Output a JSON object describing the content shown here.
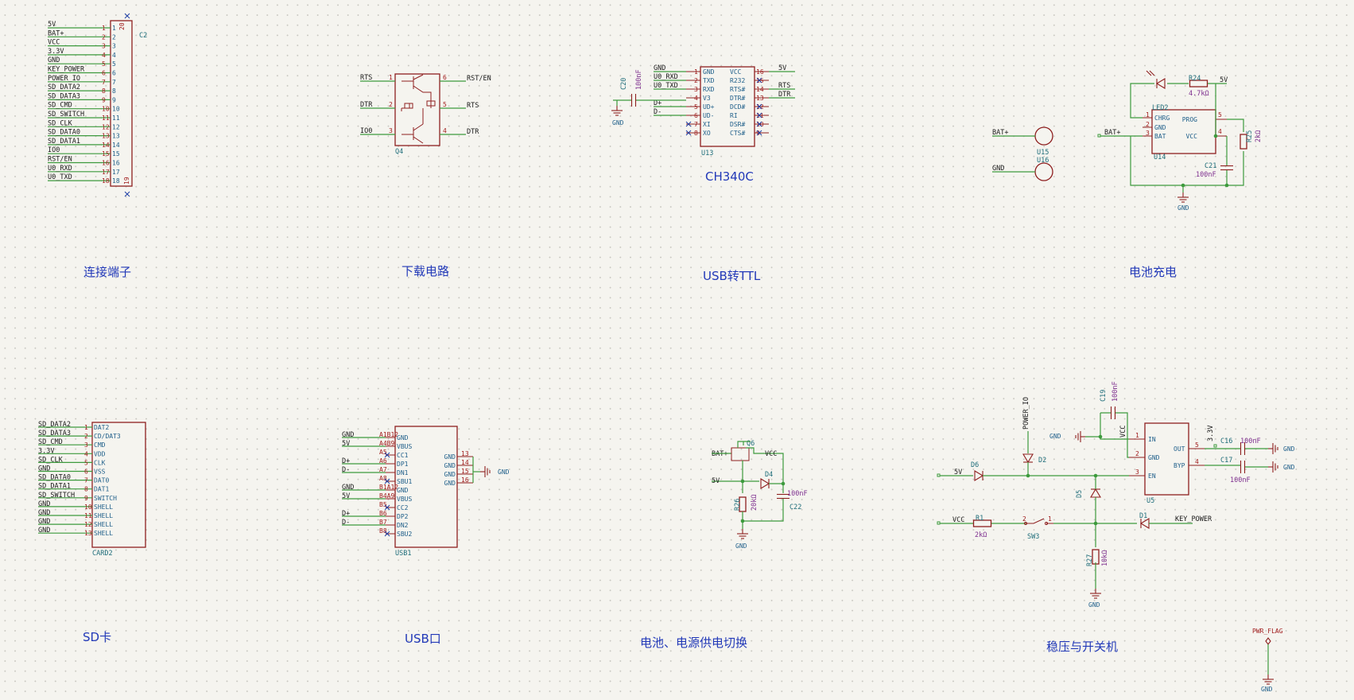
{
  "sections": {
    "connector": "连接端子",
    "download": "下载电路",
    "usb_ttl": "USB转TTL",
    "battery_charge": "电池充电",
    "sd": "SD卡",
    "usb_port": "USB口",
    "power_switch": "电池、电源供电切换",
    "regulator": "稳压与开关机"
  },
  "c2": {
    "ref": "C2",
    "nets": [
      "5V",
      "BAT+",
      "VCC",
      "3.3V",
      "GND",
      "KEY_POWER",
      "POWER_IO",
      "SD_DATA2",
      "SD_DATA3",
      "SD_CMD",
      "SD_SWITCH",
      "SD_CLK",
      "SD_DATA0",
      "SD_DATA1",
      "IO0",
      "RST/EN",
      "U0_RXD",
      "U0_TXD"
    ],
    "pins": [
      "1",
      "2",
      "3",
      "4",
      "5",
      "6",
      "7",
      "8",
      "9",
      "10",
      "11",
      "12",
      "13",
      "14",
      "15",
      "16",
      "17",
      "18"
    ],
    "top_pin": "20",
    "bottom_pin": "19"
  },
  "q4": {
    "ref": "Q4",
    "left": [
      "RTS",
      "DTR",
      "IO0"
    ],
    "left_pins": [
      "1",
      "2",
      "3"
    ],
    "right": [
      "RST/EN",
      "RTS",
      "DTR"
    ],
    "right_pins": [
      "6",
      "5",
      "4"
    ]
  },
  "u13": {
    "ref": "U13",
    "value": "CH340C",
    "left_pin_names": [
      "GND",
      "TXD",
      "RXD",
      "V3",
      "UD+",
      "UD-",
      "XI",
      "XO"
    ],
    "left_nets": [
      "GND",
      "U0_RXD",
      "U0_TXD",
      "",
      "D+",
      "D-",
      "",
      ""
    ],
    "right_pin_names": [
      "VCC",
      "R232",
      "RTS#",
      "DTR#",
      "DCD#",
      "RI",
      "DSR#",
      "CTS#"
    ],
    "right_nets": [
      "5V",
      "",
      "RTS",
      "DTR",
      "",
      "",
      "",
      ""
    ],
    "left_pins": [
      "1",
      "2",
      "3",
      "4",
      "5",
      "6",
      "7",
      "8"
    ],
    "right_pins": [
      "16",
      "15",
      "14",
      "13",
      "12",
      "11",
      "10",
      "9"
    ],
    "cap_ref": "C20",
    "cap_val": "100nF",
    "gnd": "GND"
  },
  "pads": {
    "u15": "U15",
    "u16": "U16",
    "bat": "BAT+",
    "gnd": "GND"
  },
  "u14": {
    "ref": "U14",
    "led": "LED2",
    "r_ref": "R24",
    "r_val": "4.7kΩ",
    "vnet": "5V",
    "left": [
      "CHRG",
      "GND",
      "BAT"
    ],
    "left_pins": [
      "1",
      "2",
      "3"
    ],
    "right": [
      "PROG",
      "VCC"
    ],
    "right_pins": [
      "5",
      "4"
    ],
    "bat": "BAT+",
    "c_ref": "C21",
    "c_val": "100nF",
    "r2_ref": "R25",
    "r2_val": "2kΩ",
    "gnd": "GND"
  },
  "card": {
    "ref": "CARD2",
    "nets": [
      "SD_DATA2",
      "SD_DATA3",
      "SD_CMD",
      "3.3V",
      "SD_CLK",
      "GND",
      "SD_DATA0",
      "SD_DATA1",
      "SD_SWITCH",
      "GND",
      "GND",
      "GND",
      "GND"
    ],
    "names": [
      "DAT2",
      "CD/DAT3",
      "CMD",
      "VDD",
      "CLK",
      "VSS",
      "DAT0",
      "DAT1",
      "SWITCH",
      "SHELL",
      "SHELL",
      "SHELL",
      "SHELL"
    ],
    "pins": [
      "1",
      "2",
      "3",
      "4",
      "5",
      "6",
      "7",
      "8",
      "9",
      "10",
      "11",
      "12",
      "13"
    ]
  },
  "usb1": {
    "ref": "USB1",
    "left_nets": [
      "GND",
      "5V",
      "",
      "D+",
      "D-",
      "",
      "GND",
      "5V",
      "",
      "D+",
      "D-",
      ""
    ],
    "left_pins": [
      "A1B12",
      "A4B9",
      "A5",
      "A6",
      "A7",
      "A8",
      "B1A12",
      "B4A9",
      "B5",
      "B6",
      "B7",
      "B8"
    ],
    "names": [
      "GND",
      "VBUS",
      "CC1",
      "DP1",
      "DN1",
      "SBU1",
      "GND",
      "VBUS",
      "CC2",
      "DP2",
      "DN2",
      "SBU2"
    ],
    "right_names": [
      "GND",
      "GND",
      "GND",
      "GND"
    ],
    "right_pins": [
      "13",
      "14",
      "15",
      "16"
    ],
    "gnd": "GND"
  },
  "psw": {
    "bat": "BAT+",
    "q_ref": "Q6",
    "vcc": "VCC",
    "v5": "5V",
    "d_ref": "D4",
    "r_ref": "R26",
    "r_val": "20kΩ",
    "c_val": "100nF",
    "c_ref": "C22",
    "gnd": "GND"
  },
  "reg": {
    "power_io": "POWER_IO",
    "d2": "D2",
    "gnd": "GND",
    "c19": "C19",
    "c19_val": "100nF",
    "vcc": "VCC",
    "u5": "U5",
    "in": "IN",
    "gnd_pin": "GND",
    "en": "EN",
    "out": "OUT",
    "byp": "BYP",
    "pins_l": [
      "1",
      "2",
      "3"
    ],
    "pins_r": [
      "5",
      "4"
    ],
    "v33": "3.3V",
    "c16": "C16",
    "c16_val": "100nF",
    "c17": "C17",
    "c17_val": "100nF",
    "v5": "5V",
    "d6": "D6",
    "d5": "D5",
    "d1": "D1",
    "key": "KEY_POWER",
    "r1": "R1",
    "r1_val": "2kΩ",
    "sw": "SW3",
    "sw_p2": "2",
    "sw_p1": "1",
    "r27": "R27",
    "r27_val": "10kΩ",
    "vcc2": "VCC"
  },
  "pwr_flag": {
    "label": "PWR_FLAG",
    "gnd": "GND"
  }
}
